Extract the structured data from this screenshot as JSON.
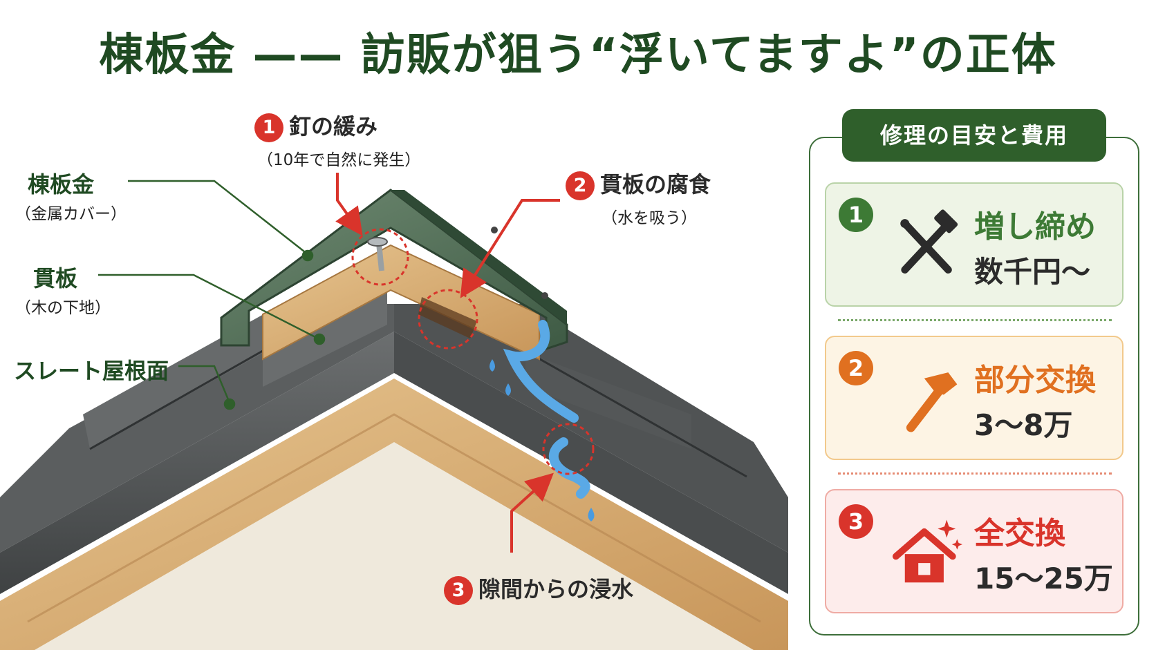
{
  "title": "棟板金 —— 訪販が狙う“浮いてますよ”の正体",
  "diagram": {
    "left_labels": [
      {
        "main": "棟板金",
        "sub": "（金属カバー）"
      },
      {
        "main": "貫板",
        "sub": "（木の下地）"
      },
      {
        "main": "スレート屋根面",
        "sub": ""
      }
    ],
    "callouts": [
      {
        "num": "1",
        "main": "釘の緩み",
        "sub": "（10年で自然に発生）"
      },
      {
        "num": "2",
        "main": "貫板の腐食",
        "sub": "（水を吸う）"
      },
      {
        "num": "3",
        "main": "隙間からの浸水",
        "sub": ""
      }
    ]
  },
  "panel": {
    "title": "修理の目安と費用",
    "cards": [
      {
        "num": "1",
        "label": "増し締め",
        "cost": "数千円〜",
        "icon": "screwdriver-hammer-icon",
        "color": "#3d7a35"
      },
      {
        "num": "2",
        "label": "部分交換",
        "cost": "3〜8万",
        "icon": "hammer-icon",
        "color": "#e07020"
      },
      {
        "num": "3",
        "label": "全交換",
        "cost": "15〜25万",
        "icon": "house-sparkle-icon",
        "color": "#d9342b"
      }
    ]
  },
  "colors": {
    "title_green": "#1f4a22",
    "accent_red": "#d9342b",
    "panel_green": "#2f5f2b",
    "orange": "#e07020",
    "water_blue": "#5aa9e6"
  }
}
